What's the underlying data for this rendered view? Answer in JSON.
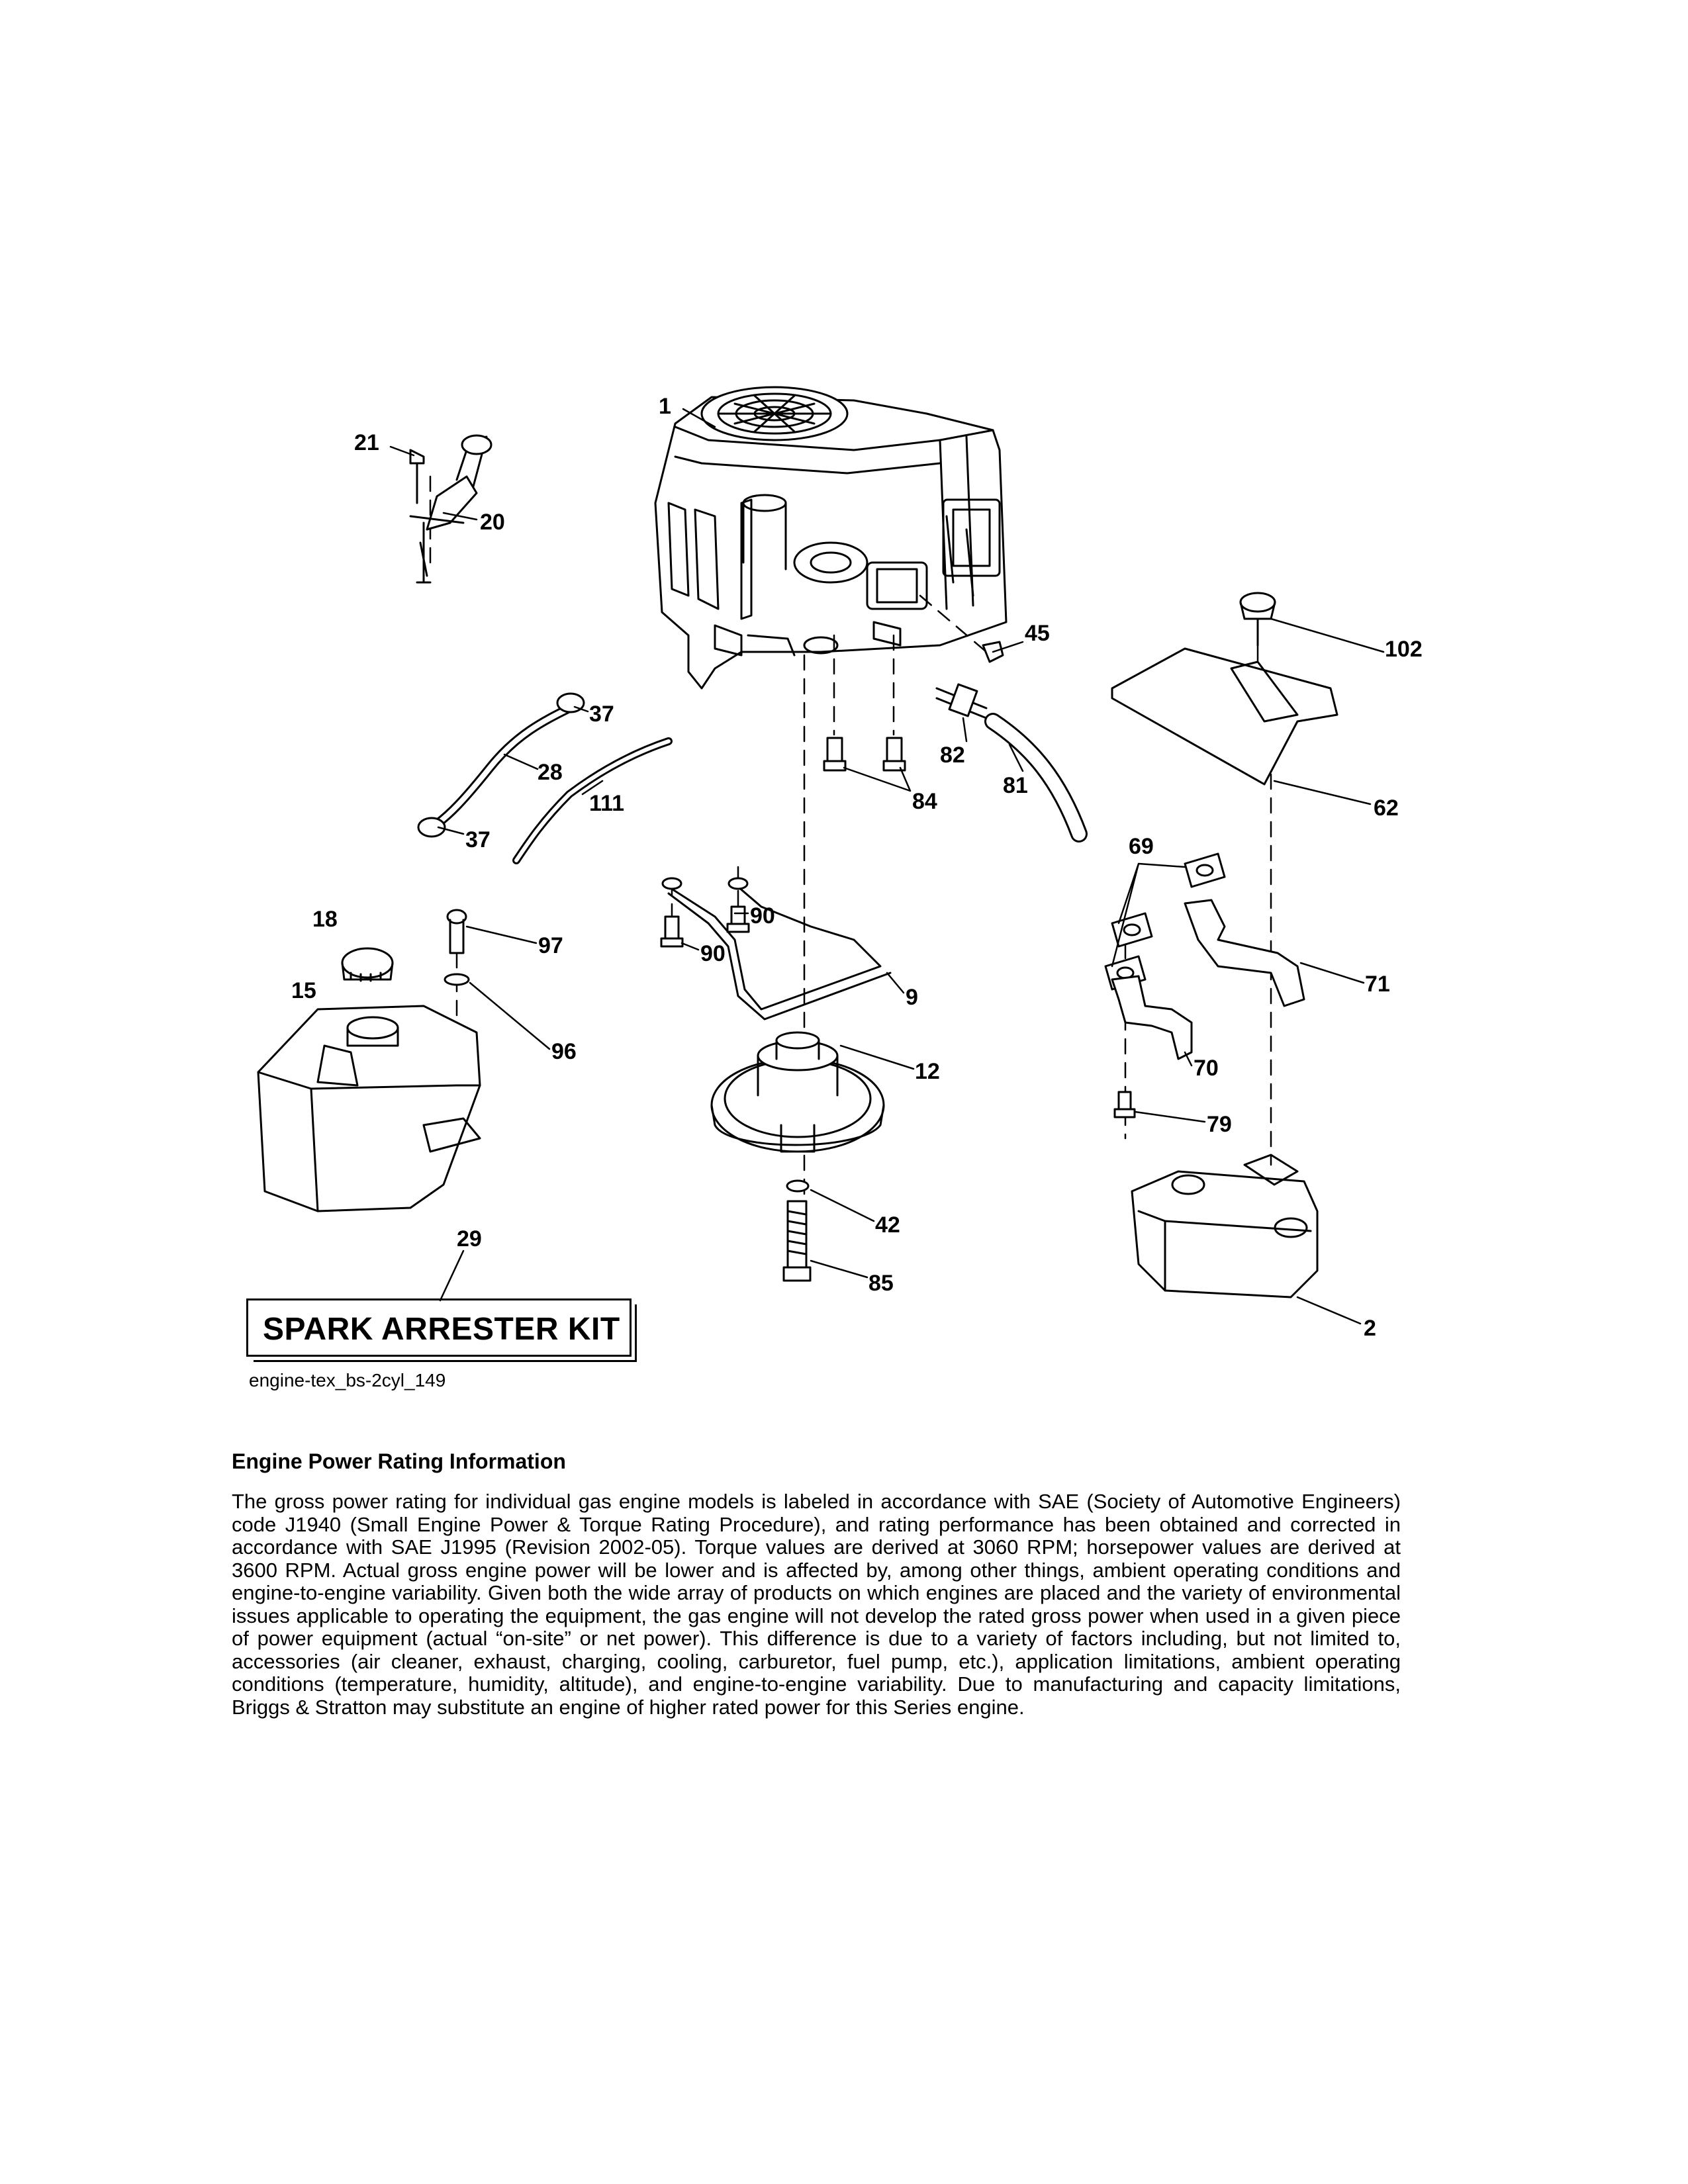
{
  "callouts": {
    "c1": "1",
    "c21": "21",
    "c20": "20",
    "c45": "45",
    "c102": "102",
    "c37a": "37",
    "c28": "28",
    "c111": "111",
    "c37b": "37",
    "c82": "82",
    "c84": "84",
    "c81": "81",
    "c62": "62",
    "c69": "69",
    "c18": "18",
    "c97": "97",
    "c90a": "90",
    "c90b": "90",
    "c9": "9",
    "c71": "71",
    "c15": "15",
    "c96": "96",
    "c12": "12",
    "c70": "70",
    "c79": "79",
    "c42": "42",
    "c29": "29",
    "c85": "85",
    "c2": "2"
  },
  "kit_label": "SPARK ARRESTER KIT",
  "figure_id": "engine-tex_bs-2cyl_149",
  "info": {
    "title": "Engine Power Rating Information",
    "body": "The gross power rating for individual gas engine models is labeled in accordance with SAE (Society of Automotive Engineers) code J1940 (Small Engine Power & Torque Rating Procedure), and rating performance has been obtained and corrected in accordance with SAE J1995 (Revision 2002-05). Torque values are derived at 3060 RPM; horsepower values are derived at 3600 RPM. Actual gross engine power will be lower and is affected by, among other things, ambient operating conditions and engine-to-engine variability. Given both the wide array of products on which engines are placed and the variety of environmental issues applicable to operating the equipment, the gas engine will not develop the rated gross power when used in a given piece of power equipment (actual “on-site” or net power). This difference is due to a variety of factors including, but not limited to, accessories (air cleaner, exhaust, charging, cooling, carburetor, fuel pump, etc.), application limitations, ambient operating conditions (temperature, humidity, altitude), and engine-to-engine variability. Due to manufacturing and capacity limitations, Briggs & Stratton may substitute an engine of higher rated power for this Series engine."
  }
}
